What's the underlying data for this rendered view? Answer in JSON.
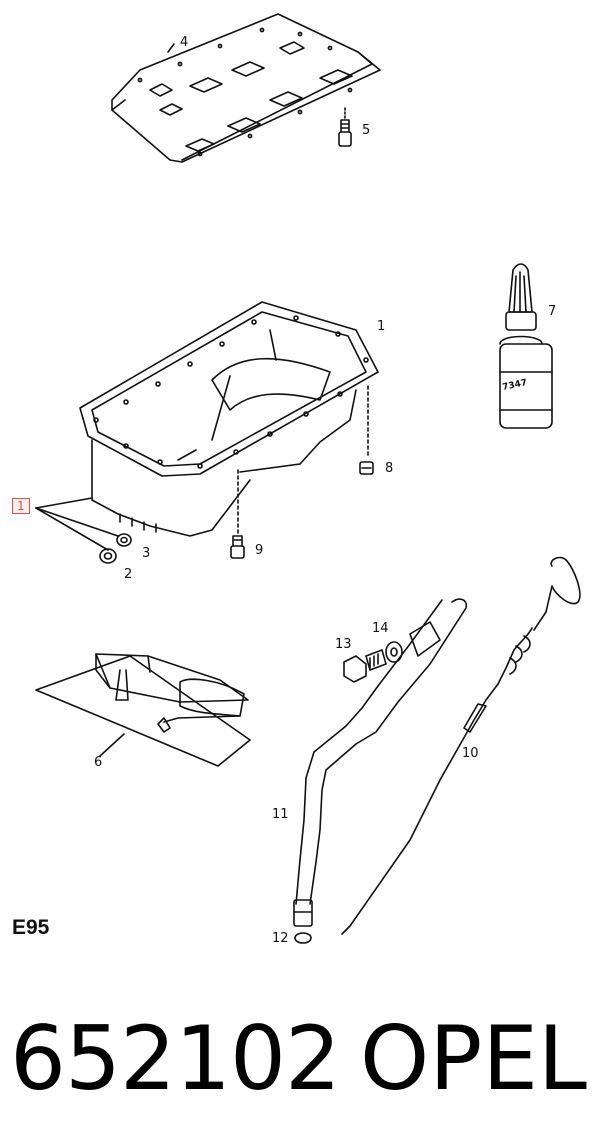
{
  "callouts": {
    "c1": "1",
    "c1_box": "1",
    "c2": "2",
    "c3": "3",
    "c4": "4",
    "c5": "5",
    "c6": "6",
    "c7": "7",
    "c8": "8",
    "c9": "9",
    "c10": "10",
    "c11": "11",
    "c12": "12",
    "c13": "13",
    "c14": "14"
  },
  "bottle_label": "7347",
  "section_code": "E95",
  "footer": {
    "part_number": "652102",
    "brand": "OPEL"
  },
  "colors": {
    "line": "#111111",
    "highlight_box": "#d9534f"
  }
}
